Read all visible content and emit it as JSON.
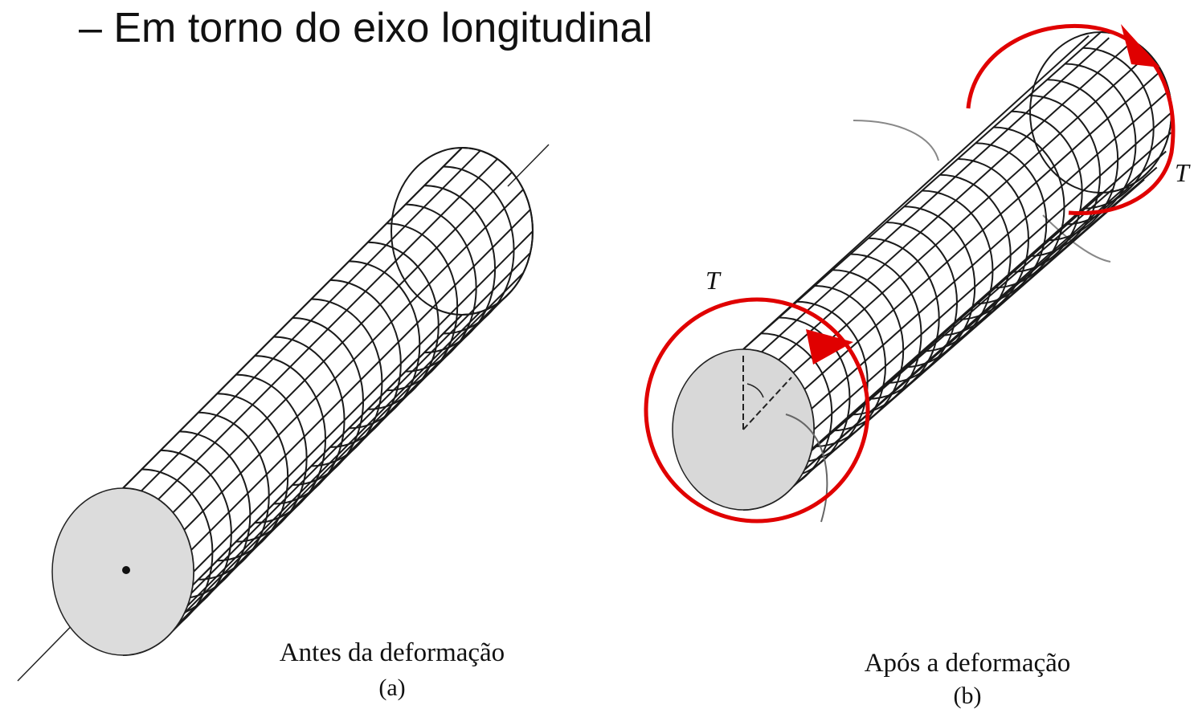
{
  "bullet": {
    "dash": "–",
    "text": "Em torno do eixo longitudinal"
  },
  "figure_a": {
    "caption": "Antes da deformação",
    "label": "(a)"
  },
  "figure_b": {
    "caption": "Após a deformação",
    "label": "(b)",
    "torque_symbol_top": "T",
    "torque_symbol_bottom": "T"
  },
  "colors": {
    "annotation": "#e00000",
    "shaft_face": "#dcdcdc",
    "mesh": "#1a1a1a",
    "text": "#111111"
  }
}
